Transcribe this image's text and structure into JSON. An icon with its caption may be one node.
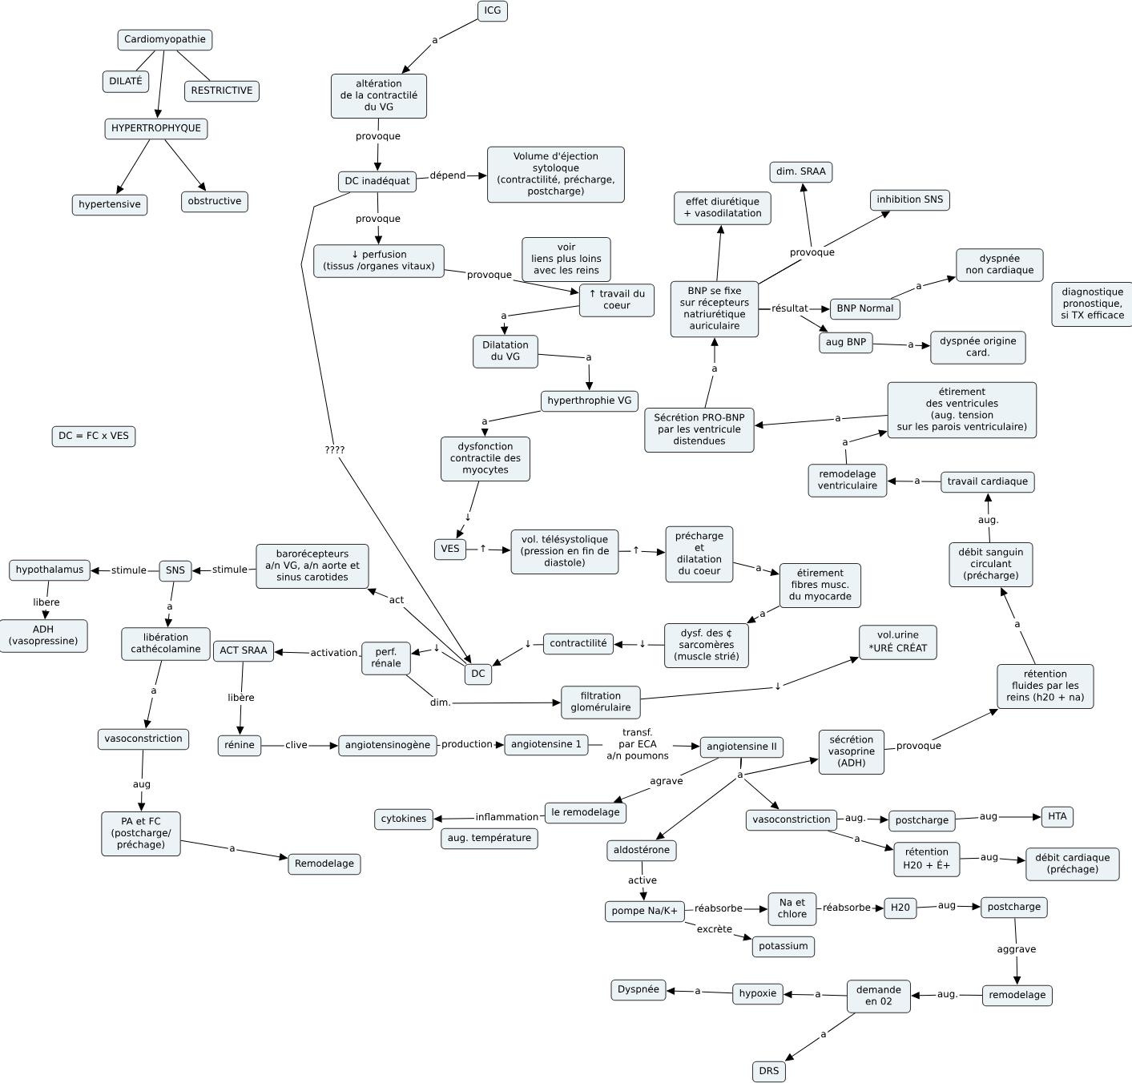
{
  "diagram": {
    "nodes": [
      {
        "text": [
          "Cardiomyopathie"
        ]
      },
      {
        "text": [
          "DILATÉ"
        ]
      },
      {
        "text": [
          "RESTRICTIVE"
        ]
      },
      {
        "text": [
          "HYPERTROPHYQUE"
        ]
      },
      {
        "text": [
          "hypertensive"
        ]
      },
      {
        "text": [
          "obstructive"
        ]
      },
      {
        "text": [
          "ICG"
        ]
      },
      {
        "text": [
          "altération de la contractilé du VG"
        ]
      },
      {
        "text": [
          "DC inadéquat"
        ]
      },
      {
        "text": [
          "Volume d'éjection sytoloque (contractilité, précharge, postcharge)"
        ]
      },
      {
        "text": [
          "↓ perfusion (tissus /organes vitaux)"
        ]
      },
      {
        "text": [
          "voir liens plus loins avec les reins"
        ]
      },
      {
        "text": [
          "↑ travail du coeur"
        ]
      },
      {
        "text": [
          "Dilatation du VG"
        ]
      },
      {
        "text": [
          "hyperthrophie VG"
        ]
      },
      {
        "text": [
          "dysfonction contractile des myocytes"
        ]
      },
      {
        "text": [
          "dim. SRAA"
        ]
      },
      {
        "text": [
          "effet diurétique + vasodilatation"
        ]
      },
      {
        "text": [
          "inhibition SNS"
        ]
      },
      {
        "text": [
          "dyspnée non cardiaque"
        ]
      },
      {
        "text": [
          "BNP se fixe sur récepteurs natriurétique auriculaire"
        ]
      },
      {
        "text": [
          "diagnostique pronostique, si TX efficace"
        ]
      },
      {
        "text": [
          "BNP Normal"
        ]
      },
      {
        "text": [
          "aug BNP"
        ]
      },
      {
        "text": [
          "dyspnée origine card."
        ]
      },
      {
        "text": [
          "étirement des ventricules (aug. tension sur les parois ventriculaire)"
        ]
      },
      {
        "text": [
          "Sécrétion PRO-BNP par les ventricule distendues"
        ]
      },
      {
        "text": [
          "DC = FC x VES"
        ]
      },
      {
        "text": [
          "remodelage ventriculaire"
        ]
      },
      {
        "text": [
          "travail cardiaque"
        ]
      },
      {
        "text": [
          "débit sanguin circulant (précharge)"
        ]
      },
      {
        "text": [
          "VES"
        ]
      },
      {
        "text": [
          "vol. télésystolique (pression en fin de diastole)"
        ]
      },
      {
        "text": [
          "précharge et dilatation du coeur"
        ]
      },
      {
        "text": [
          "barorécepteurs a/n VG, a/n aorte et sinus carotides"
        ]
      },
      {
        "text": [
          "hypothalamus"
        ]
      },
      {
        "text": [
          "SNS"
        ]
      },
      {
        "text": [
          "étirement fibres musc. du myocarde"
        ]
      },
      {
        "text": [
          "ADH (vasopressine)"
        ]
      },
      {
        "text": [
          "libération cathécolamine"
        ]
      },
      {
        "text": [
          "ACT SRAA"
        ]
      },
      {
        "text": [
          "dysf. des ¢ sarcomères (muscle strié)"
        ]
      },
      {
        "text": [
          "contractilité"
        ]
      },
      {
        "text": [
          "perf. rénale"
        ]
      },
      {
        "text": [
          "DC"
        ]
      },
      {
        "text": [
          "vol.urine *URÉ CRÉAT"
        ]
      },
      {
        "text": [
          "rétention fluides par les reins (h20 + na)"
        ]
      },
      {
        "text": [
          "filtration glomérulaire"
        ]
      },
      {
        "text": [
          "vasoconstriction"
        ]
      },
      {
        "text": [
          "rénine"
        ]
      },
      {
        "text": [
          "angiotensinogène"
        ]
      },
      {
        "text": [
          "angiotensine 1"
        ]
      },
      {
        "text": [
          "angiotensine II"
        ]
      },
      {
        "text": [
          "sécrétion vasoprine (ADH)"
        ]
      },
      {
        "text": [
          "le remodelage"
        ]
      },
      {
        "text": [
          "cytokines"
        ]
      },
      {
        "text": [
          "vasoconstriction"
        ]
      },
      {
        "text": [
          "postcharge"
        ]
      },
      {
        "text": [
          "HTA"
        ]
      },
      {
        "text": [
          "aug. température"
        ]
      },
      {
        "text": [
          "PA et FC (postcharge/ préchage)"
        ]
      },
      {
        "text": [
          "rétention H20 + É+"
        ]
      },
      {
        "text": [
          "aldostérone"
        ]
      },
      {
        "text": [
          "débit cardiaque (préchage)"
        ]
      },
      {
        "text": [
          "Remodelage"
        ]
      },
      {
        "text": [
          "pompe Na/K+"
        ]
      },
      {
        "text": [
          "Na et chlore"
        ]
      },
      {
        "text": [
          "H20"
        ]
      },
      {
        "text": [
          "postcharge"
        ]
      },
      {
        "text": [
          "potassium"
        ]
      },
      {
        "text": [
          "Dyspnée"
        ]
      },
      {
        "text": [
          "hypoxie"
        ]
      },
      {
        "text": [
          "demande en 02"
        ]
      },
      {
        "text": [
          "remodelage"
        ]
      },
      {
        "text": [
          "DRS"
        ]
      }
    ],
    "edges": [
      {
        "from": 0,
        "to": 1,
        "arrow": "none"
      },
      {
        "from": 0,
        "to": 2,
        "arrow": "none"
      },
      {
        "from": 0,
        "to": 3,
        "arrow": "to"
      },
      {
        "from": 3,
        "to": 4,
        "arrow": "to"
      },
      {
        "from": 3,
        "to": 5,
        "arrow": "to"
      },
      {
        "from": 6,
        "to": 7,
        "arrow": "to",
        "label": "a"
      },
      {
        "from": 7,
        "to": 8,
        "arrow": "to",
        "label": "provoque"
      },
      {
        "from": 8,
        "to": 9,
        "arrow": "to",
        "label": "dépend"
      },
      {
        "from": 8,
        "to": 10,
        "arrow": "to",
        "label": "provoque"
      },
      {
        "from": 8,
        "to": 44,
        "arrow": "to",
        "label": "????"
      },
      {
        "from": 10,
        "to": 12,
        "arrow": "to",
        "label": "provoque"
      },
      {
        "from": 12,
        "to": 13,
        "arrow": "to",
        "label": "a"
      },
      {
        "from": 13,
        "to": 14,
        "arrow": "to",
        "label": "a"
      },
      {
        "from": 14,
        "to": 15,
        "arrow": "to",
        "label": "a"
      },
      {
        "from": 15,
        "to": 31,
        "arrow": "to",
        "label": "↓"
      },
      {
        "from": 31,
        "to": 32,
        "arrow": "to",
        "label": "↑"
      },
      {
        "from": 32,
        "to": 33,
        "arrow": "to",
        "label": "↑"
      },
      {
        "from": 33,
        "to": 37,
        "arrow": "to",
        "label": "a"
      },
      {
        "from": 37,
        "to": 41,
        "arrow": "to",
        "label": "a"
      },
      {
        "from": 41,
        "to": 42,
        "arrow": "to",
        "label": "↓"
      },
      {
        "from": 42,
        "to": 44,
        "arrow": "to",
        "label": "↓"
      },
      {
        "from": 44,
        "to": 43,
        "arrow": "to",
        "label": "↓"
      },
      {
        "from": 44,
        "to": 34,
        "arrow": "to",
        "label": "act"
      },
      {
        "from": 43,
        "to": 40,
        "arrow": "to",
        "label": "activation"
      },
      {
        "from": 43,
        "to": 47,
        "arrow": "to",
        "label": "dim."
      },
      {
        "from": 47,
        "to": 45,
        "arrow": "to",
        "label": "↓"
      },
      {
        "from": 34,
        "to": 36,
        "arrow": "to",
        "label": "stimule"
      },
      {
        "from": 36,
        "to": 35,
        "arrow": "to",
        "label": "stimule"
      },
      {
        "from": 35,
        "to": 38,
        "arrow": "to",
        "label": "libere"
      },
      {
        "from": 36,
        "to": 39,
        "arrow": "to",
        "label": "a"
      },
      {
        "from": 39,
        "to": 48,
        "arrow": "to",
        "label": "a"
      },
      {
        "from": 48,
        "to": 60,
        "arrow": "to",
        "label": "aug"
      },
      {
        "from": 60,
        "to": 64,
        "arrow": "to",
        "label": "a"
      },
      {
        "from": 40,
        "to": 49,
        "arrow": "to",
        "label": "libère"
      },
      {
        "from": 49,
        "to": 50,
        "arrow": "to",
        "label": "clive"
      },
      {
        "from": 50,
        "to": 51,
        "arrow": "to",
        "label": "production"
      },
      {
        "from": 51,
        "to": 52,
        "arrow": "to",
        "label": "transf. par ECA a/n poumons"
      },
      {
        "from": 52,
        "to": 54,
        "arrow": "to",
        "label": "agrave"
      },
      {
        "from": 52,
        "to": 53,
        "arrow": "to",
        "label": "a"
      },
      {
        "from": 52,
        "to": 56,
        "arrow": "to"
      },
      {
        "from": 52,
        "to": 62,
        "arrow": "to"
      },
      {
        "from": 54,
        "to": 55,
        "arrow": "to",
        "label": "inflammation"
      },
      {
        "from": 53,
        "to": 46,
        "arrow": "to",
        "label": "provoque"
      },
      {
        "from": 46,
        "to": 30,
        "arrow": "to",
        "label": "a"
      },
      {
        "from": 30,
        "to": 29,
        "arrow": "to",
        "label": "aug."
      },
      {
        "from": 29,
        "to": 28,
        "arrow": "to",
        "label": "a"
      },
      {
        "from": 28,
        "to": 25,
        "arrow": "to",
        "label": "a"
      },
      {
        "from": 25,
        "to": 26,
        "arrow": "to",
        "label": "a"
      },
      {
        "from": 26,
        "to": 20,
        "arrow": "to",
        "label": "a"
      },
      {
        "from": 20,
        "to": 17,
        "arrow": "to"
      },
      {
        "from": 20,
        "to": 16,
        "arrow": "to",
        "label": "provoque"
      },
      {
        "from": 20,
        "to": 18,
        "arrow": "to"
      },
      {
        "from": 20,
        "to": 22,
        "arrow": "to",
        "label": "résultat"
      },
      {
        "from": 20,
        "to": 23,
        "arrow": "to"
      },
      {
        "from": 22,
        "to": 19,
        "arrow": "to",
        "label": "a"
      },
      {
        "from": 23,
        "to": 24,
        "arrow": "to",
        "label": "a"
      },
      {
        "from": 56,
        "to": 57,
        "arrow": "to",
        "label": "aug."
      },
      {
        "from": 57,
        "to": 58,
        "arrow": "to",
        "label": "aug"
      },
      {
        "from": 56,
        "to": 61,
        "arrow": "to",
        "label": "a"
      },
      {
        "from": 61,
        "to": 63,
        "arrow": "to",
        "label": "aug"
      },
      {
        "from": 62,
        "to": 65,
        "arrow": "to",
        "label": "active"
      },
      {
        "from": 65,
        "to": 66,
        "arrow": "to",
        "label": "réabsorbe"
      },
      {
        "from": 65,
        "to": 69,
        "arrow": "to",
        "label": "excrète"
      },
      {
        "from": 66,
        "to": 67,
        "arrow": "to",
        "label": "réabsorbe"
      },
      {
        "from": 67,
        "to": 68,
        "arrow": "to",
        "label": "aug"
      },
      {
        "from": 68,
        "to": 73,
        "arrow": "to",
        "label": "aggrave"
      },
      {
        "from": 73,
        "to": 72,
        "arrow": "to",
        "label": "aug."
      },
      {
        "from": 72,
        "to": 71,
        "arrow": "to",
        "label": "a"
      },
      {
        "from": 71,
        "to": 70,
        "arrow": "to",
        "label": "a"
      },
      {
        "from": 72,
        "to": 74,
        "arrow": "to",
        "label": "a"
      }
    ]
  }
}
